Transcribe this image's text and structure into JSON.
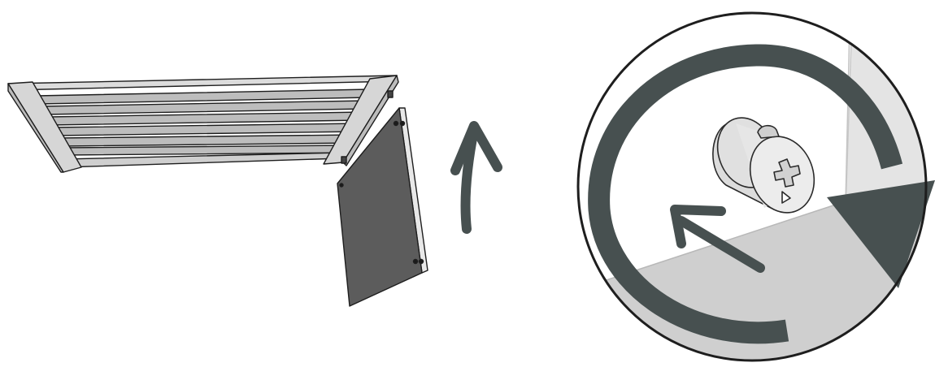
{
  "scene": {
    "colors": {
      "background": "#ffffff",
      "outline": "#1e1e1e",
      "frame": "#dcdcdc",
      "slat": "#bdbdbd",
      "panel": "#5c5c5c",
      "arrow": "#475050",
      "cam": "#e6e6e6",
      "wall": "#e4e4e4",
      "floor": "#cfcfcf"
    },
    "parts": {
      "slatted_frame": {
        "slat_count": 6
      },
      "side_panel": {
        "pre_drilled_holes": 4
      },
      "detail_circle": {
        "fastener": "cam-lock"
      }
    },
    "icons": {
      "lift_arrow": "arrow-up-icon",
      "rotate_arrow": "clockwise-rotation-icon",
      "insert_arrow": "insert-arrow-icon"
    }
  }
}
